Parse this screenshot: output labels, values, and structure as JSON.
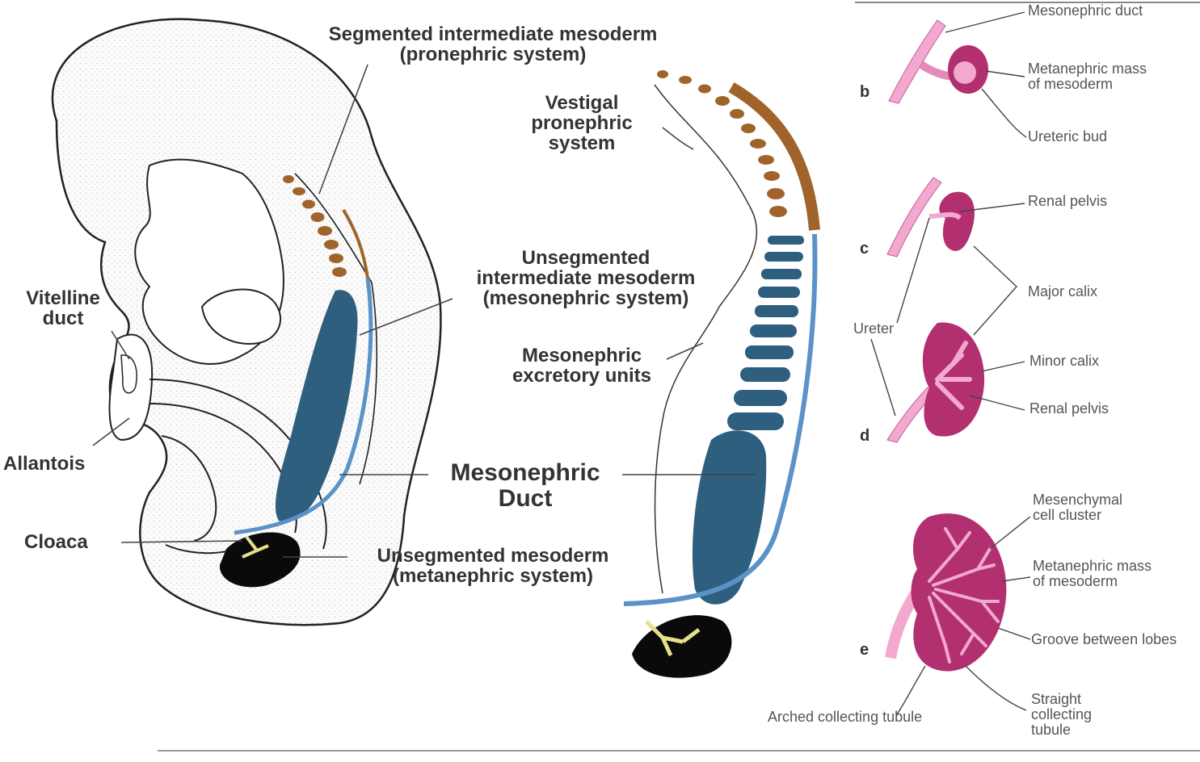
{
  "left_labels": {
    "segmented_line1": "Segmented intermediate mesoderm",
    "segmented_line2": "(pronephric system)",
    "vitelline_line1": "Vitelline",
    "vitelline_line2": "duct",
    "allantois": "Allantois",
    "cloaca": "Cloaca",
    "unsegmented_line1": "Unsegmented",
    "unsegmented_line2": "intermediate mesoderm",
    "unsegmented_line3": "(mesonephric system)",
    "mesonephric_duct_line1": "Mesonephric",
    "mesonephric_duct_line2": "Duct",
    "metanephric_line1": "Unsegmented mesoderm",
    "metanephric_line2": "(metanephric system)"
  },
  "middle_labels": {
    "vestigial_line1": "Vestigal",
    "vestigial_line2": "pronephric",
    "vestigial_line3": "system",
    "excretory_line1": "Mesonephric",
    "excretory_line2": "excretory units"
  },
  "right_panels": {
    "b": {
      "letter": "b",
      "mesonephric_duct": "Mesonephric duct",
      "metanephric_mass_line1": "Metanephric mass",
      "metanephric_mass_line2": "of mesoderm",
      "ureteric_bud": "Ureteric bud"
    },
    "c": {
      "letter": "c",
      "renal_pelvis": "Renal pelvis",
      "major_calix": "Major calix",
      "ureter": "Ureter"
    },
    "d": {
      "letter": "d",
      "minor_calix": "Minor calix",
      "renal_pelvis": "Renal pelvis"
    },
    "e": {
      "letter": "e",
      "mesenchymal_line1": "Mesenchymal",
      "mesenchymal_line2": "cell cluster",
      "metanephric_mass_line1": "Metanephric mass",
      "metanephric_mass_line2": "of mesoderm",
      "groove": "Groove between lobes",
      "arched": "Arched collecting tubule",
      "straight_line1": "Straight",
      "straight_line2": "collecting",
      "straight_line3": "tubule"
    }
  },
  "colors": {
    "pronephric_brown": "#a0642a",
    "mesonephric_blue": "#2f5f7f",
    "duct_light_blue": "#5b93c8",
    "metanephric_black": "#0a0a0a",
    "ureteric_yellow": "#e6e08a",
    "kidney_magenta": "#b2306f",
    "ureter_pink": "#f2a8cf"
  }
}
